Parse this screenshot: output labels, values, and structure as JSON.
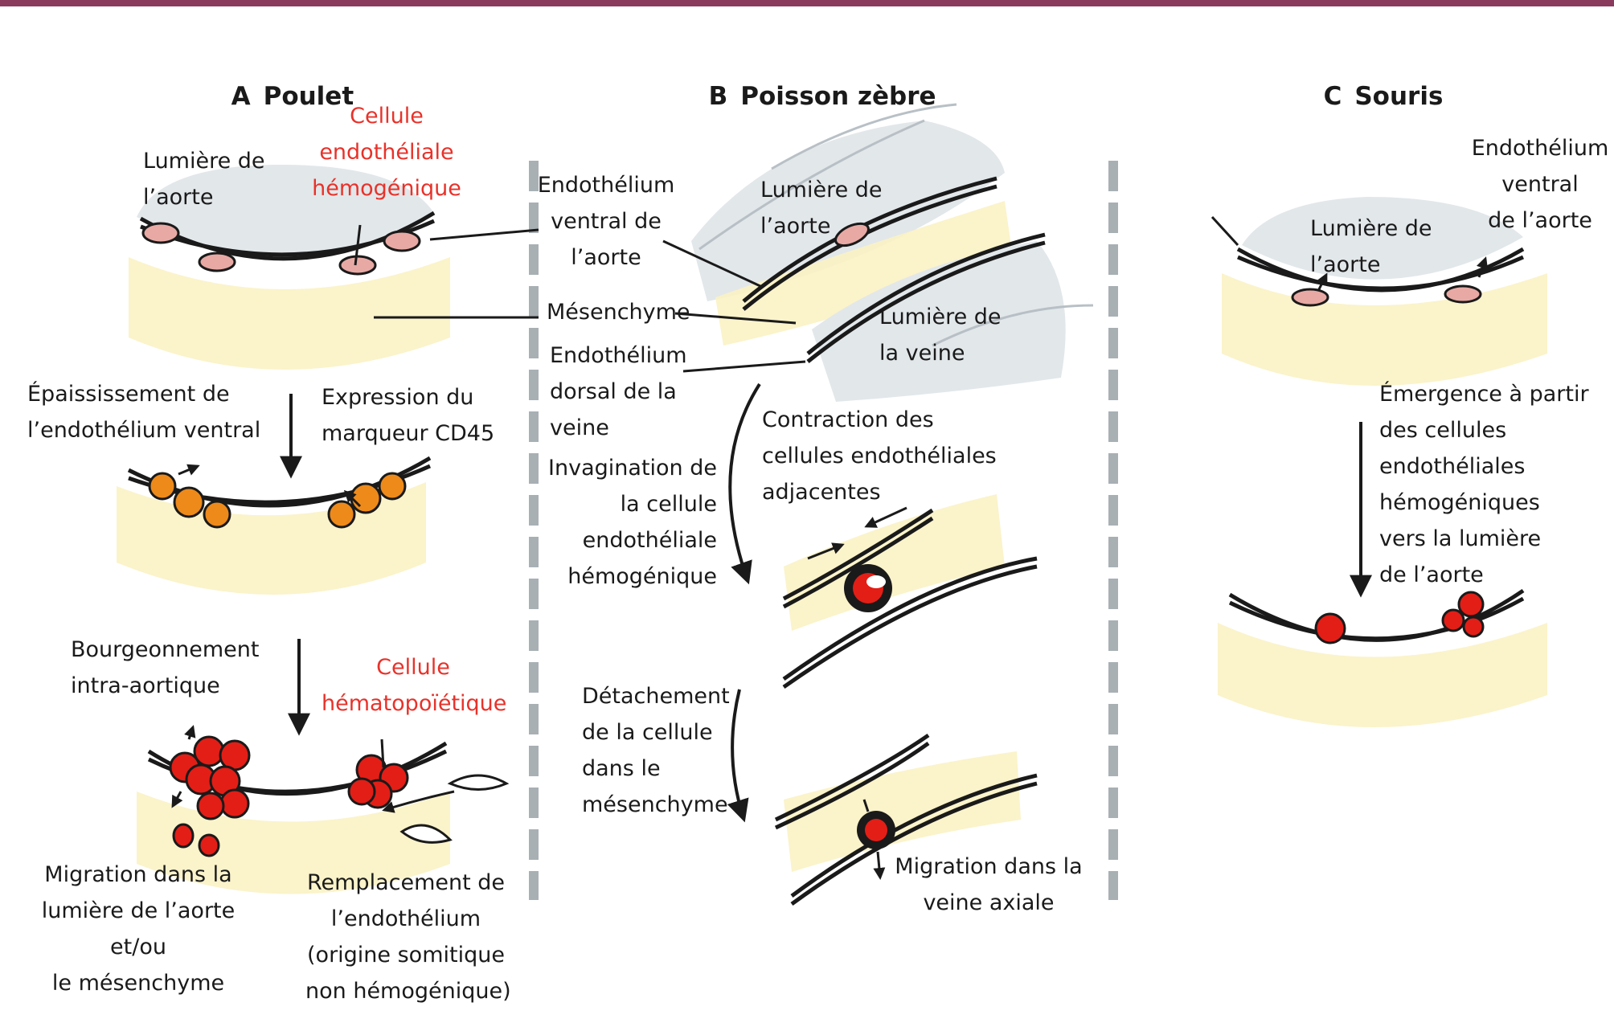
{
  "colors": {
    "frame_bar": "#8a3a5c",
    "hemogenic_label": "#e8322a",
    "endothelium_strand": "#1a1a1a",
    "aorta_lumen": "#e2e7ea",
    "mesenchyme": "#fbf2c4",
    "hemogenic_cell": "#e8a9a4",
    "thickened_cell": "#ee8a1a",
    "hematopoietic_cell": "#e31e16",
    "column_divider": "#a8b0b4"
  },
  "panels": {
    "a": {
      "letter": "A",
      "name": "Poulet",
      "lumiere": "Lumière de\nl’aorte",
      "cellule_hemogenique": "Cellule\nendothéliale\nhémogénique",
      "epaississement": "Épaississement de\nl’endothélium ventral",
      "expression": "Expression du\nmarqueur CD45",
      "bourgeonnement": "Bourgeonnement\nintra-aortique",
      "cellule_hematopoietique": "Cellule\nhématopoïétique",
      "migration": "Migration dans la\nlumière de l’aorte\net/ou\nle mésenchyme",
      "remplacement": "Remplacement de\nl’endothélium\n(origine somitique\nnon hémogénique)"
    },
    "b": {
      "letter": "B",
      "name": "Poisson zèbre",
      "endothelium_ventral": "Endothélium\nventral de\nl’aorte",
      "mesenchyme": "Mésenchyme",
      "endothelium_dorsal": "Endothélium\ndorsal de la\nveine",
      "lumiere_aorte": "Lumière de\nl’aorte",
      "lumiere_veine": "Lumière de\nla veine",
      "contraction": "Contraction des\ncellules endothéliales\nadjacentes",
      "invagination": "Invagination de\nla cellule\nendothéliale\nhémogénique",
      "detachement": "Détachement\nde la cellule\ndans le\nmésenchyme",
      "migration_veine": "Migration dans la\nveine axiale"
    },
    "c": {
      "letter": "C",
      "name": "Souris",
      "endothelium_ventral": "Endothélium\nventral\nde l’aorte",
      "lumiere": "Lumière de\nl’aorte",
      "emergence": "Émergence à partir\ndes cellules\nendothéliales\nhémogéniques\nvers la lumière\nde l’aorte"
    }
  }
}
